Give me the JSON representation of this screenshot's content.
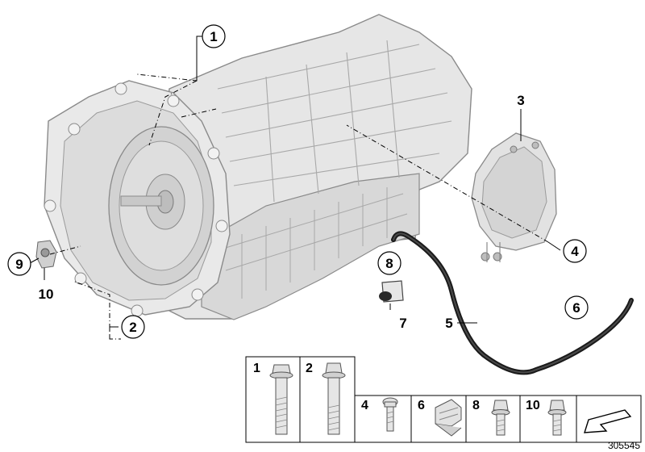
{
  "callouts": {
    "c1": "1",
    "c2": "2",
    "c3": "3",
    "c4": "4",
    "c5": "5",
    "c6": "6",
    "c7": "7",
    "c8": "8",
    "c9": "9",
    "c10": "10"
  },
  "parts_panel": {
    "p1": "1",
    "p2": "2",
    "p4": "4",
    "p6": "6",
    "p8": "8",
    "p10": "10"
  },
  "reference_number": "305545",
  "colors": {
    "part_fill": "#e6e6e6",
    "part_shade": "#cfcfcf",
    "outline": "#8a8a8a",
    "ink": "#000000",
    "hose": "#1a1a1a"
  },
  "icons": [
    "transmission-housing",
    "torque-converter",
    "mechatronic-unit",
    "vent-hose",
    "hose-clip",
    "plug",
    "bolt",
    "screw",
    "return-arrow-icon"
  ]
}
